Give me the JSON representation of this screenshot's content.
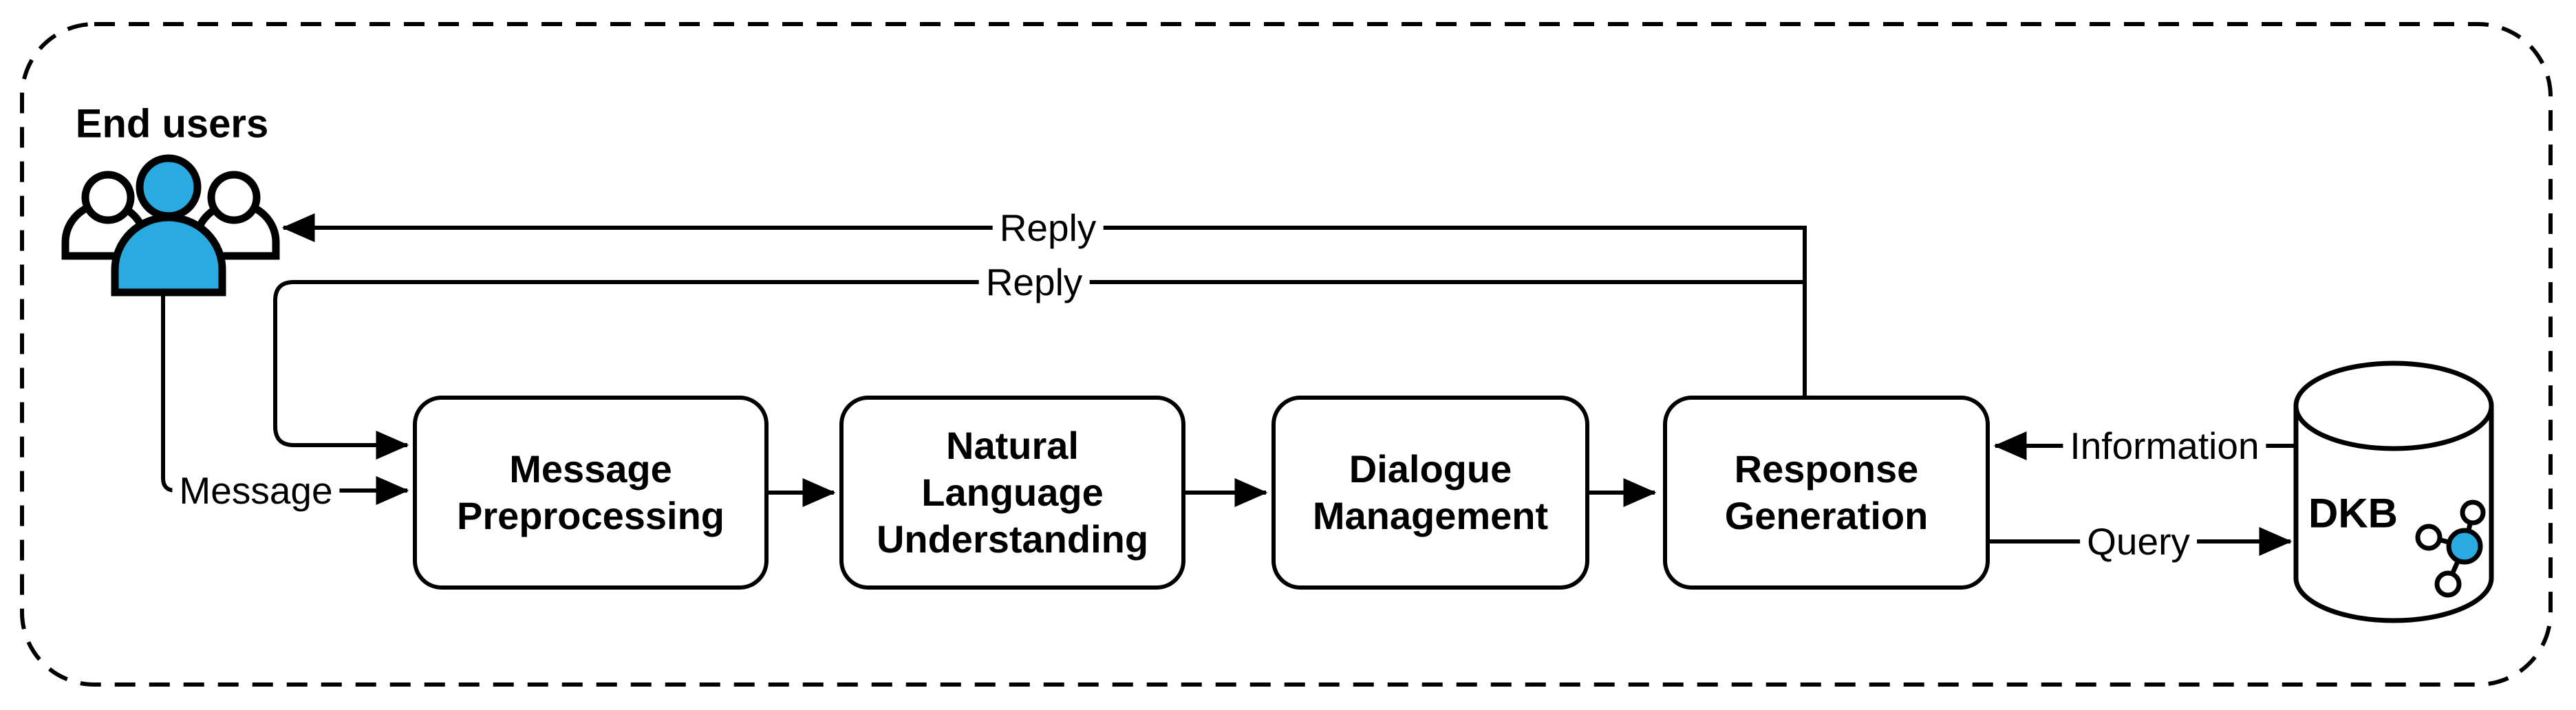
{
  "diagram": {
    "colors": {
      "accent": "#29ABE2",
      "line": "#000000",
      "background": "#FFFFFF"
    },
    "icons": {
      "end_users": "users-group-icon",
      "dkb_database": "database-cylinder-icon",
      "dkb_knowledge": "molecule-icon"
    },
    "nodes": {
      "end_users": {
        "label": "End users"
      },
      "pipeline": [
        {
          "id": "message-preprocessing",
          "label": "Message\nPreprocessing"
        },
        {
          "id": "natural-language-understanding",
          "label": "Natural\nLanguage\nUnderstanding"
        },
        {
          "id": "dialogue-management",
          "label": "Dialogue\nManagement"
        },
        {
          "id": "response-generation",
          "label": "Response\nGeneration"
        }
      ],
      "dkb": {
        "label": "DKB"
      }
    },
    "edges": [
      {
        "label": "Message",
        "from": "end-users",
        "to": "message-preprocessing"
      },
      {
        "label": "Reply",
        "from": "response-generation",
        "to": "end-users"
      },
      {
        "label": "Reply",
        "from": "response-generation",
        "to": "message-preprocessing"
      },
      {
        "label": "Query",
        "from": "response-generation",
        "to": "dkb"
      },
      {
        "label": "Information",
        "from": "dkb",
        "to": "response-generation"
      }
    ]
  }
}
